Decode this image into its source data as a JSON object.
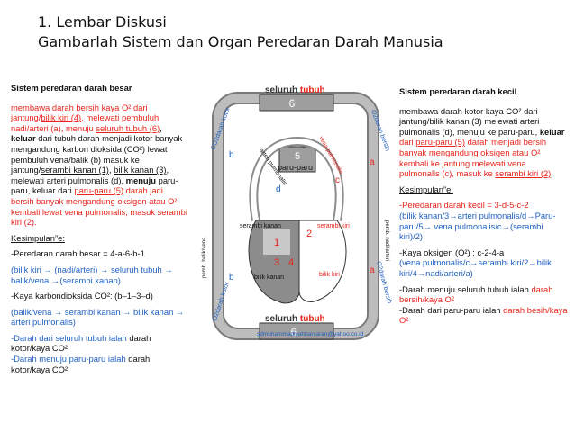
{
  "title_line1": "1. Lembar Diskusi",
  "title_line2": "Gambarlah Sistem dan Organ Peredaran Darah Manusia",
  "left": {
    "heading": "Sistem peredaran darah besar",
    "p1_a": "membawa darah bersih kaya O² dari jantung/",
    "p1_b": "bilik kiri (4)",
    "p1_c": ", melewati pembuluh nadi/arteri (a), menuju ",
    "p1_d": "seluruh tubuh (6)",
    "p1_e": ", ",
    "p1_f": "keluar",
    "p1_g": " dari tubuh darah menjadi kotor banyak mengandung karbon dioksida (CO²) lewat pembuluh vena/balik (b) masuk ke jantung/",
    "p1_h": "serambi kanan (1)",
    "p1_i": ", ",
    "p1_j": "bilik kanan (3)",
    "p1_k": ", melewati arteri pulmonalis (d), ",
    "p1_l": "menuju",
    "p1_m": " paru-paru, keluar dari ",
    "p1_n": "paru-paru (5)",
    "p1_o": " darah jadi bersih banyak mengandung oksigen atau O² kembali lewat vena pulmonalis, masuk serambi kiri (2).",
    "kesimpulan": "Kesimpulan”e:",
    "k1": "-Peredaran darah besar = 4-a-6-b-1",
    "k1_detail": "(bilik kiri → (nadi/arteri) → seluruh tubuh → balik/vena →(serambi kanan)",
    "k2": "-Kaya karbondioksida CO²: (b–1–3–d)",
    "k2_detail": "(balik/vena → serambi kanan → bilik kanan → arteri pulmonalis)",
    "k3_a": "-Darah dari seluruh tubuh ialah",
    "k3_b": " darah kotor/kaya CO²",
    "k4_a": "-Darah menuju paru-paru ialah",
    "k4_b": " darah kotor/kaya CO²"
  },
  "right": {
    "heading": "Sistem peredaran darah kecil",
    "p1_a": "membawa darah kotor kaya CO² dari jantung/bilik kanan (3) melewati arteri pulmonalis (d), menuju ke paru-paru, ",
    "p1_b": "keluar",
    "p1_c": " dari ",
    "p1_d": "paru-paru (5)",
    "p1_e": " darah menjadi bersih banyak mengandung oksigen atau O² kembali ke jantung melewati vena pulmonalis (c), masuk ke ",
    "p1_f": "serambi kiri (2)",
    "p1_g": ".",
    "kesimpulan": "Kesimpulan”e:",
    "k1": "-Peredaran darah kecil = 3-d-5-c-2",
    "k1_detail": "(bilik kanan/3→arteri pulmonalis/d→Paru-paru/5→ vena pulmonalis/c→(serambi kiri)/2)",
    "k2": "-Kaya oksigen (O²) : c-2-4-a",
    "k2_detail": "(vena pulmonalis/c→serambi kiri/2→bilik kiri/4→nadi/arteri/a)",
    "k3_a": "-Darah menuju seluruh tubuh ialah ",
    "k3_b": "darah bersih/kaya O²",
    "k4_a": "-Darah dari paru-paru ialah ",
    "k4_b": "darah besih/kaya O²"
  },
  "diagram": {
    "top_label_a": "seluruh ",
    "top_label_b": "tubuh",
    "bottom_label_a": "seluruh ",
    "bottom_label_b": "tubuh",
    "paru_label": "paru-paru",
    "n6_top": "6",
    "n6_bottom": "6",
    "n5": "5",
    "n1": "1",
    "n2": "2",
    "n3": "3",
    "n4": "4",
    "la": "a",
    "lb_top": "b",
    "lb_bottom": "b",
    "la_bottom": "a",
    "lc": "c",
    "ld": "d",
    "lbl_serambi_kanan": "serambi kanan",
    "lbl_serambi_kiri": "serambi kiri",
    "lbl_bilik_kanan": "bilik kanan",
    "lbl_bilik_kiri": "bilik kiri",
    "lbl_arteri": "arteri pulmonalis",
    "lbl_vena": "vena pulmonalis",
    "lbl_co2_left_top": "CO2darah kotor",
    "lbl_o2_right_top": "O2darah bersih",
    "lbl_o2_right_bottom": "O2darah bersih",
    "lbl_o2_left_bottom": "O2darah kotor",
    "lbl_pemb_left": "pemb. balik/vena",
    "lbl_pemb_right": "pemb. nadi/arteri",
    "email": "sdmuhammadiyahbanjaran@yahoo.co.id"
  },
  "colors": {
    "red": "#e8241c",
    "blue": "#1f5fbf",
    "grey_vessel": "#8c8c8c"
  }
}
